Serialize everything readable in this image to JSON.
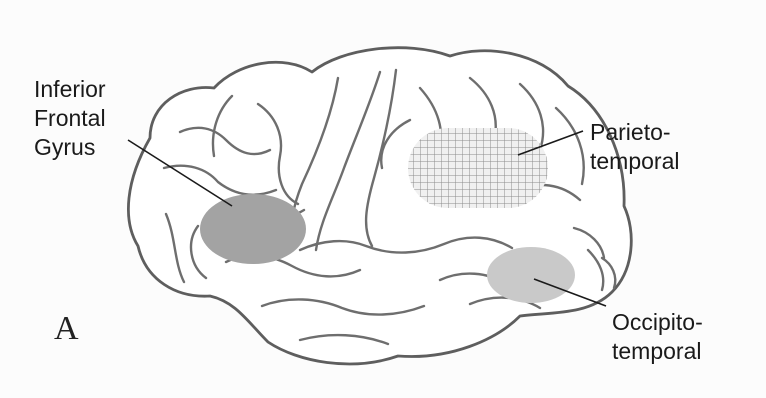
{
  "figure": {
    "panel_letter": "A",
    "labels": {
      "ifg": [
        "Inferior",
        "Frontal",
        "Gyrus"
      ],
      "parieto": [
        "Parieto-",
        "temporal"
      ],
      "occipito": [
        "Occipito-",
        "temporal"
      ]
    },
    "colors": {
      "ifg_region": "#a3a3a3",
      "parieto_hatch": "#8c8c8c",
      "occipito_region": "#c9c9c9",
      "outline": "#5e5e5e"
    }
  }
}
